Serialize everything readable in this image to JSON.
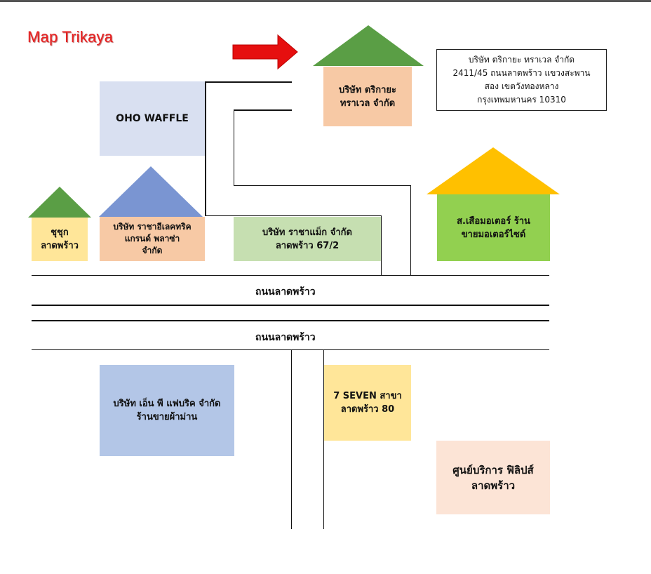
{
  "title": "Map Trikaya",
  "colors": {
    "title": "#e82020",
    "arrow": "#e60f0f",
    "green_roof": "#5a9e45",
    "blue_roof": "#7a95d2",
    "orange_roof": "#ffc000",
    "peach": "#f7c9a5",
    "light_blue": "#d9e0f1",
    "yellow": "#ffe699",
    "light_green": "#c6dfb1",
    "bright_green": "#92d050",
    "steel_blue": "#b3c6e7",
    "light_peach": "#fce4d6"
  },
  "icons": [
    "red-arrow-icon"
  ],
  "buildings": {
    "trikaya": "บริษัท ตริกายะ\nทราเวล จำกัด",
    "oho_waffle": "OHO WAFFLE",
    "chuchuk": "ชุชุก\nลาดพร้าว",
    "racha_electric": "บริษัท ราชาอีเลคทริค\nแกรนด์ พลาซ่า\nจำกัด",
    "racha_mag": "บริษัท ราชาแม็ก จำกัด\nลาดพร้าว 67/2",
    "motor_shop": "ส.เสือมอเตอร์ ร้าน\nขายมอเตอร์ไซด์",
    "n_p_fabric": "บริษัท เอ็น พี แฟบริค จำกัด\nร้านขายผ้าม่าน",
    "seven": "7 SEVEN สาขา\nลาดพร้าว 80",
    "philips": "ศูนย์บริการ ฟิลิปส์\nลาดพร้าว"
  },
  "address": "บริษัท ตริกายะ ทราเวล จำกัด\n2411/45 ถนนลาดพร้าว แขวงสะพาน\nสอง เขตวังทองหลาง\nกรุงเทพมหานคร 10310",
  "roads": {
    "upper": "ถนนลาดพร้าว",
    "lower": "ถนนลาดพร้าว"
  }
}
